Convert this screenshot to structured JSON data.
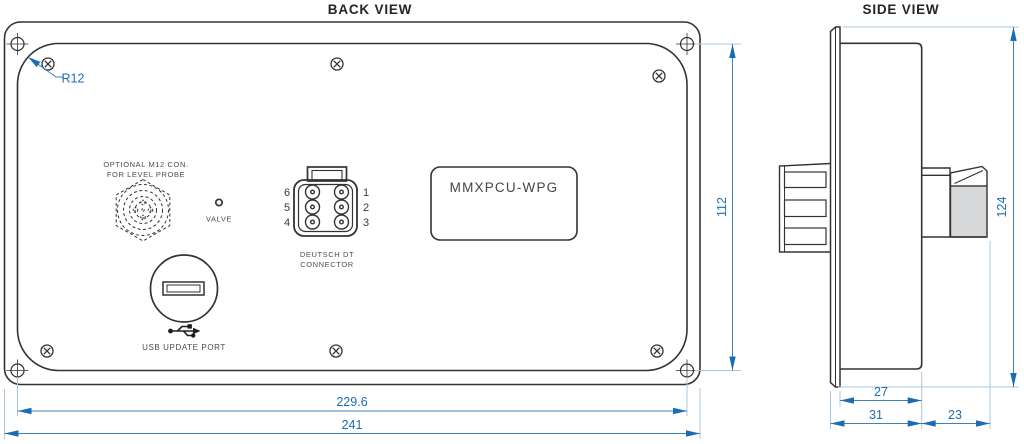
{
  "titles": {
    "back": "BACK VIEW",
    "side": "SIDE VIEW"
  },
  "back_view": {
    "model_label": "MMXPCU-WPG",
    "m12_connector": {
      "label_line1": "OPTIONAL M12 CON.",
      "label_line2": "FOR LEVEL PROBE"
    },
    "valve_label": "VALVE",
    "dt_connector": {
      "label_line1": "DEUTSCH DT",
      "label_line2": "CONNECTOR",
      "pins_left": [
        "6",
        "5",
        "4"
      ],
      "pins_right": [
        "1",
        "2",
        "3"
      ]
    },
    "usb_label": "USB UPDATE PORT",
    "dimensions": {
      "corner_radius": "R12",
      "hole_spacing_vertical": "112",
      "hole_spacing_horizontal": "229.6",
      "overall_width": "241"
    }
  },
  "side_view": {
    "dimensions": {
      "overall_height": "124",
      "body_depth": "27",
      "depth_with_flange": "31",
      "connector_depth": "23"
    }
  },
  "colors": {
    "line": "#333333",
    "dimension_accent": "#1b6db3",
    "dimension_line": "#4181ba",
    "extension_line": "#a9c8e3",
    "label_text": "#4d4d4d",
    "connector_fill": "#d6d8da"
  }
}
